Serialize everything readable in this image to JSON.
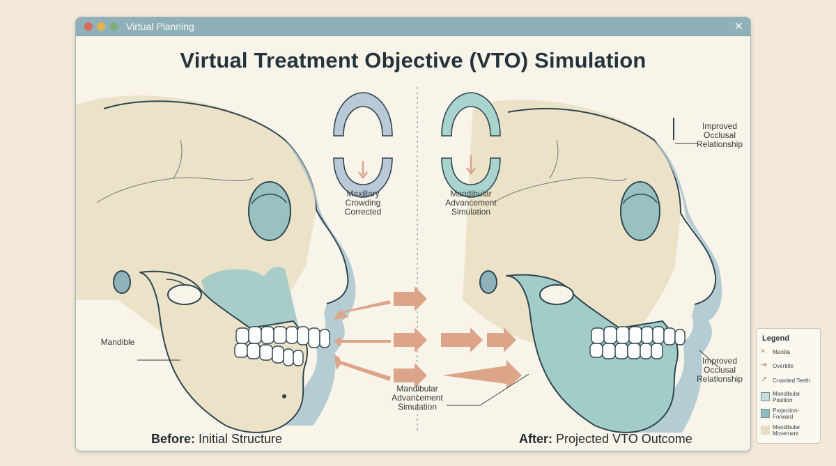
{
  "window": {
    "title": "Virtual Planning",
    "close_glyph": "✕"
  },
  "page_title": "Virtual Treatment Objective (VTO) Simulation",
  "labels": {
    "maxillary_line1": "Maxillary",
    "maxillary_line2": "Crowding",
    "maxillary_line3": "Corrected",
    "mand_top_line1": "Mandibular",
    "mand_top_line2": "Advancement",
    "mand_top_line3": "Simulation",
    "improved_top_line1": "Improved",
    "improved_top_line2": "Occlusal",
    "improved_top_line3": "Relationship",
    "mandible": "Mandible",
    "mand_bottom_line1": "Mandibular",
    "mand_bottom_line2": "Advancement",
    "mand_bottom_line3": "Simulation",
    "improved_bottom_line1": "Improved",
    "improved_bottom_line2": "Occlusal",
    "improved_bottom_line3": "Relationship"
  },
  "captions": {
    "before_bold": "Before:",
    "before_rest": " Initial Structure",
    "after_bold": "After:",
    "after_rest": " Projected VTO Outcome"
  },
  "legend": {
    "title": "Legend",
    "items": [
      {
        "label": "Maxilla",
        "icon": "double-chevron-icon"
      },
      {
        "label": "Overbite",
        "icon": "arrow-right-icon"
      },
      {
        "label": "Crowded Teeth",
        "icon": "arrow-diagonal-icon"
      },
      {
        "label_line1": "Mandibular",
        "label_line2": "Position",
        "color": "#c6dde0"
      },
      {
        "label_line1": "Projection-",
        "label_line2": "Forward",
        "color": "#8fbcc0"
      },
      {
        "label_line1": "Mandibular",
        "label_line2": "Movement",
        "color": "#e8dcc2"
      }
    ]
  },
  "colors": {
    "bone": "#ece2c8",
    "teal": "#9cc7c3",
    "soft_tissue": "#a9c4cf",
    "arrow": "#dca488",
    "outline": "#2e4550"
  }
}
